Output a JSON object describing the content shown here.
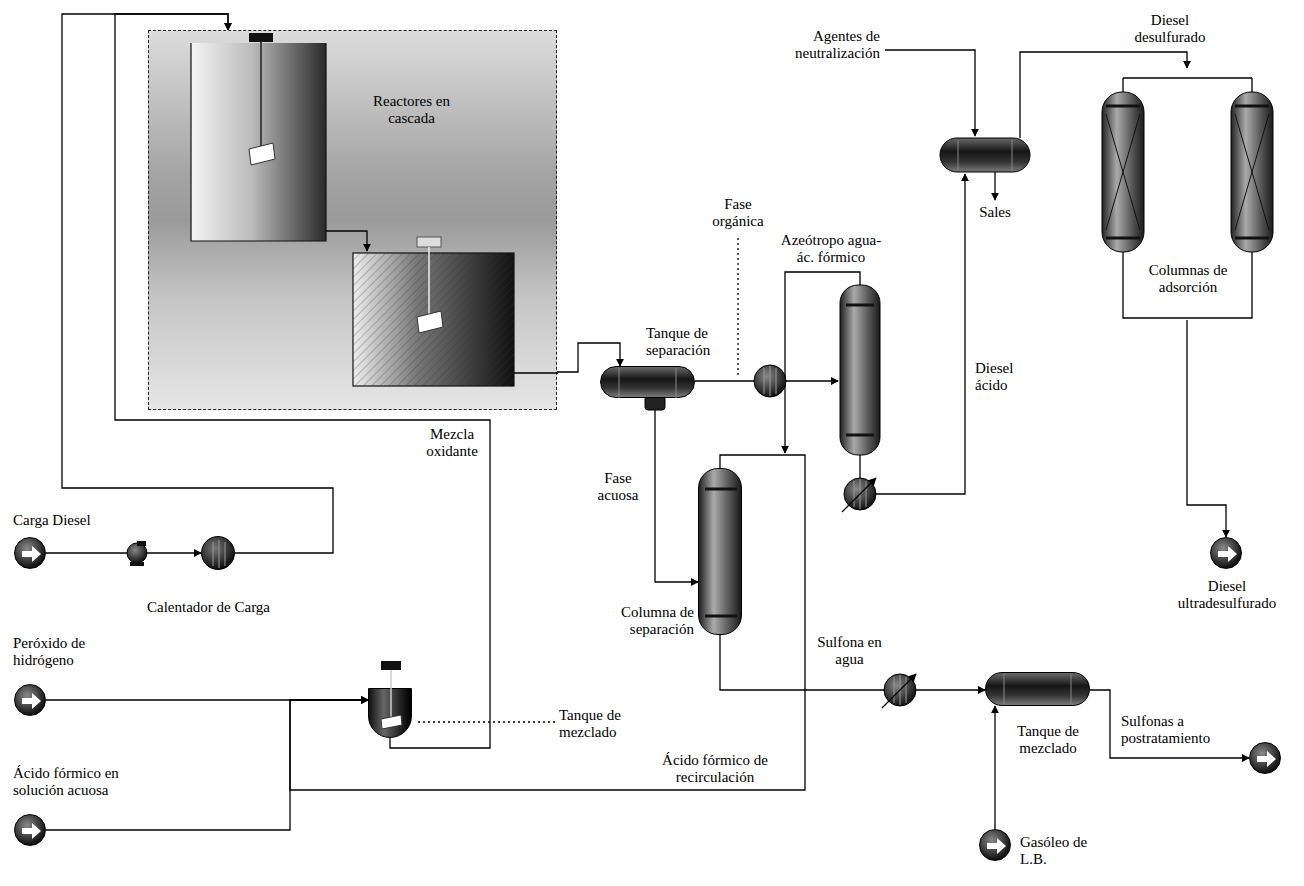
{
  "diagram": {
    "nodes": [
      {
        "text": [
          "Reactores en cascada"
        ]
      },
      {
        "text": [
          "Carga Diesel"
        ]
      },
      {
        "text": [
          "Calentador de Carga"
        ]
      },
      {
        "text": [
          "Peróxido de hidrógeno"
        ]
      },
      {
        "text": [
          "Ácido fórmico en solución acuosa"
        ]
      },
      {
        "text": [
          "Tanque de mezclado"
        ]
      },
      {
        "text": [
          "Tanque de separación"
        ]
      },
      {
        "text": [
          "Columna de separación"
        ]
      },
      {
        "text": [
          "Columnas de adsorción"
        ]
      },
      {
        "text": [
          "Diesel ultradesulfurado"
        ]
      },
      {
        "text": [
          "Tanque de mezclado"
        ]
      },
      {
        "text": [
          "Sulfonas a postratamiento"
        ]
      },
      {
        "text": [
          "Gasóleo de L.B."
        ]
      }
    ],
    "edges": [
      {
        "from": 1,
        "to": 2,
        "arrow": "to"
      },
      {
        "from": 2,
        "to": 0,
        "arrow": "to"
      },
      {
        "from": 3,
        "to": 5,
        "arrow": "to"
      },
      {
        "from": 4,
        "to": 5,
        "arrow": "to"
      },
      {
        "from": 5,
        "to": 0,
        "arrow": "to",
        "label": "Mezcla oxidante"
      },
      {
        "from": 0,
        "to": 6,
        "arrow": "to"
      },
      {
        "from": 6,
        "to": 7,
        "arrow": "to",
        "label": "Fase acuosa"
      },
      {
        "from": 7,
        "to": 5,
        "arrow": "to",
        "label": "Ácido fórmico de recirculación"
      },
      {
        "from": 7,
        "to": 10,
        "arrow": "to",
        "label": "Sulfona en agua"
      },
      {
        "from": 12,
        "to": 10,
        "arrow": "to"
      },
      {
        "from": 10,
        "to": 11,
        "arrow": "to"
      },
      {
        "from": 8,
        "to": 9,
        "arrow": "to"
      }
    ],
    "labels": [
      "Fase orgánica",
      "Azeótropo agua-ác. fórmico",
      "Diesel ácido",
      "Agentes de neutralización",
      "Sales",
      "Diesel desulfurado"
    ]
  }
}
